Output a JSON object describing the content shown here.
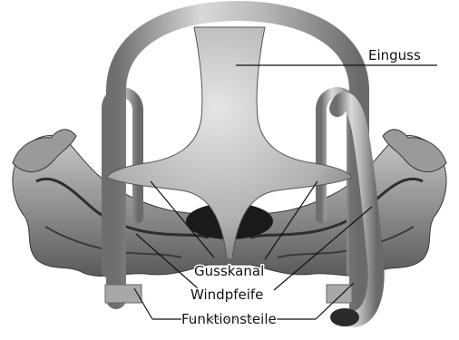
{
  "diagram": {
    "labels": {
      "inlet": "Einguss",
      "casting_channel": "Gusskanal",
      "air_vent": "Windpfeife",
      "functional_parts": "Funktionsteile"
    }
  }
}
